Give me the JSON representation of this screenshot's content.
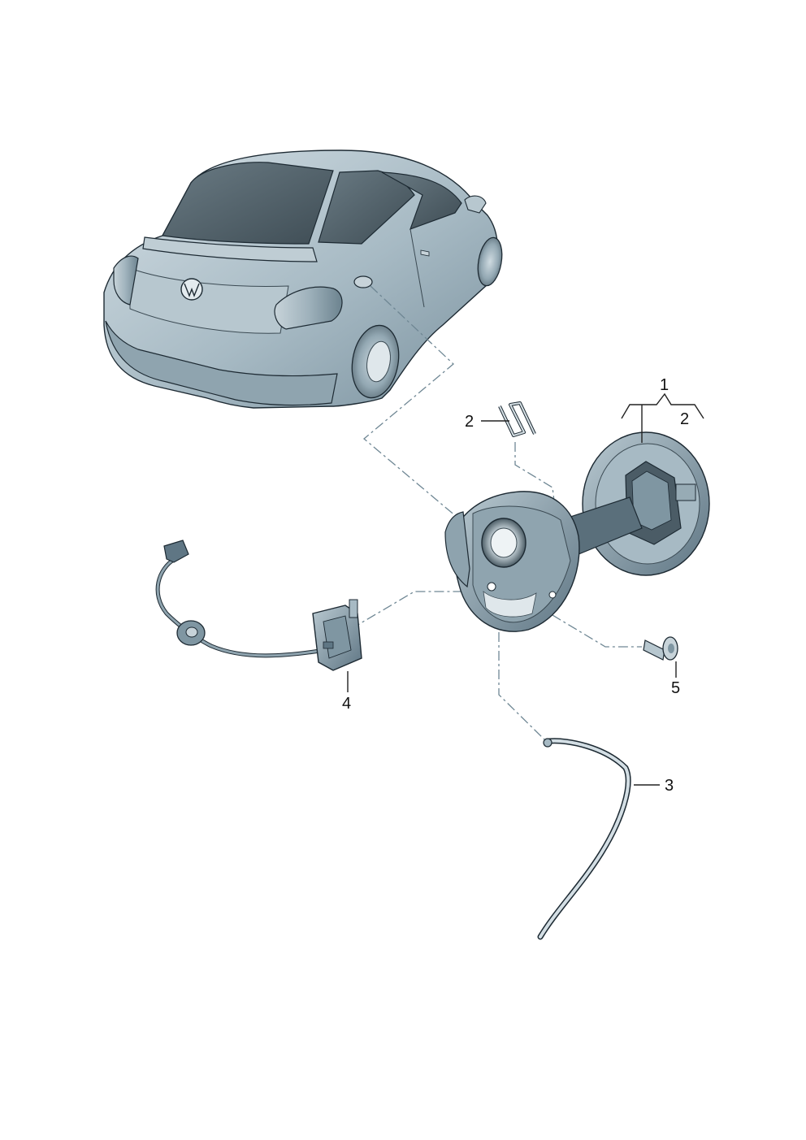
{
  "diagram": {
    "colors": {
      "body": "#a9bcc6",
      "body_dark": "#7f97a4",
      "body_light": "#cfdbe1",
      "glass": "#4f5f68",
      "leader_dash": "#6f8794",
      "outline": "#1d2a33"
    },
    "parts": {
      "car": "car-rear-view",
      "fuel_door_housing": "fuel-filler-housing",
      "fuel_flap": "fuel-filler-flap",
      "clip": "spring-clip",
      "actuator": "locking-actuator-with-wiring",
      "bolt": "bolt",
      "drain_hose": "drain-hose"
    },
    "callouts": {
      "c1": "1",
      "c2_top": "2",
      "c2_left": "2",
      "c3": "3",
      "c4": "4",
      "c5": "5"
    }
  }
}
